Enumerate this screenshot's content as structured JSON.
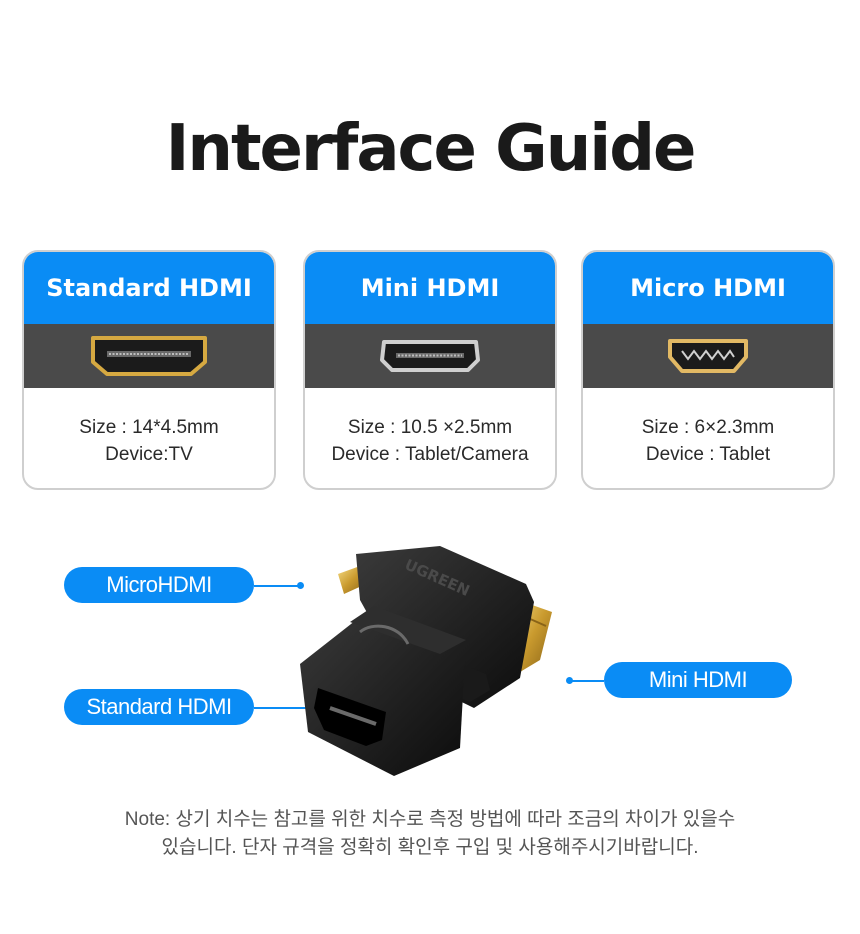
{
  "title": "Interface Guide",
  "cards": [
    {
      "name": "Standard HDMI",
      "size": "Size : 14*4.5mm",
      "device": "Device:TV"
    },
    {
      "name": "Mini HDMI",
      "size": "Size : 10.5 ×2.5mm",
      "device": "Device : Tablet/Camera"
    },
    {
      "name": "Micro HDMI",
      "size": "Size : 6×2.3mm",
      "device": "Device : Tablet"
    }
  ],
  "labels": {
    "micro": "MicroHDMI",
    "standard": "Standard HDMI",
    "mini": "Mini HDMI"
  },
  "product": {
    "brand": "UGREEN"
  },
  "note": {
    "line1": "Note: 상기 치수는 참고를 위한 치수로 측정 방법에 따라 조금의 차이가 있을수",
    "line2": "있습니다. 단자 규격을 정확히 확인후 구입 및 사용해주시기바랍니다."
  },
  "colors": {
    "accent": "#0a8cf5",
    "band": "#4a4a4a",
    "gold": "#d6a941"
  }
}
